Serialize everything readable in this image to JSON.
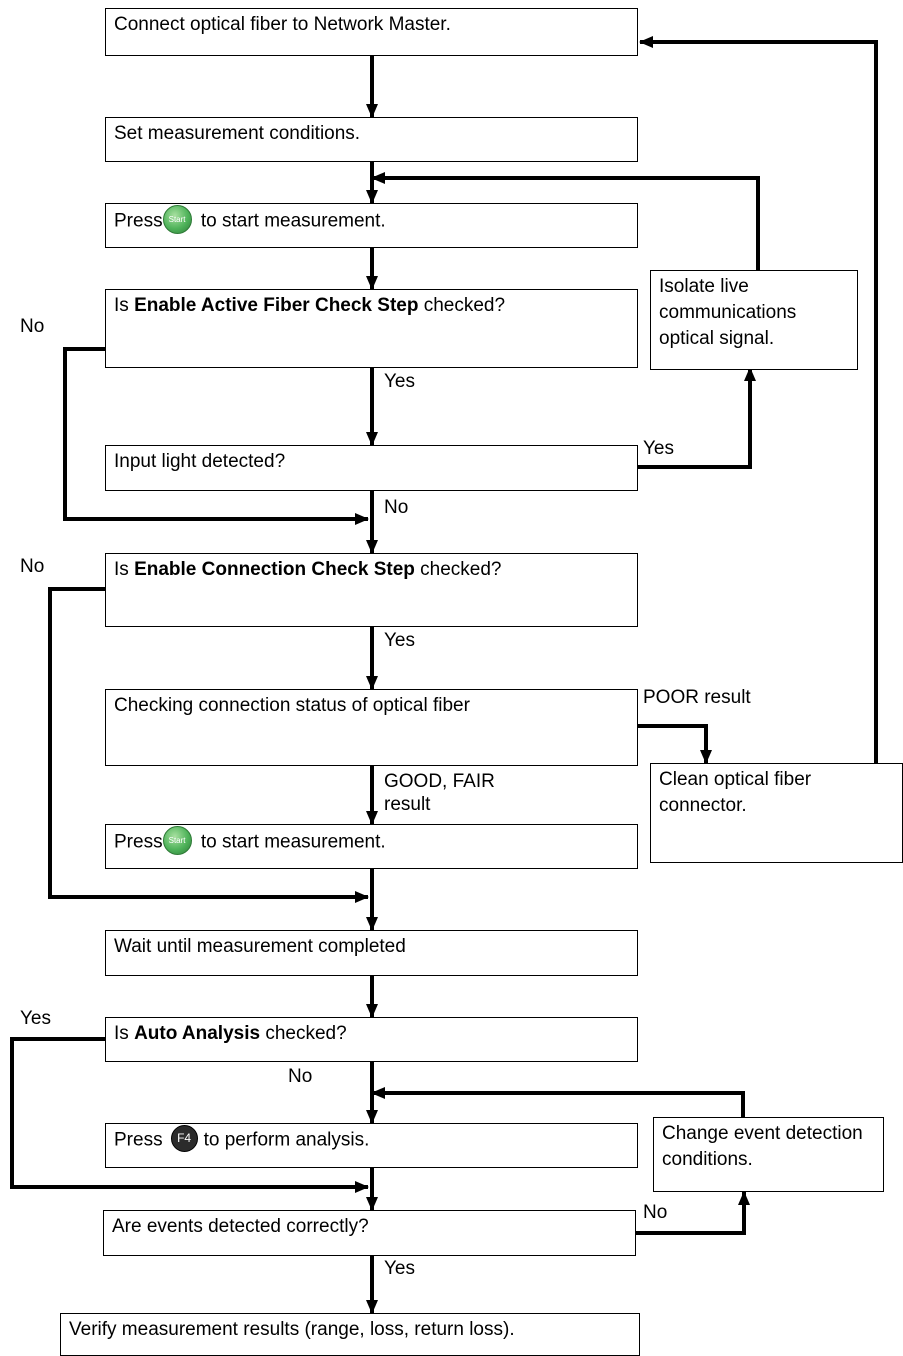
{
  "steps": {
    "connect": "Connect optical fiber to Network Master.",
    "set_conditions": "Set measurement conditions.",
    "press_start_1": {
      "before": "Press",
      "button": "Start",
      "after": " to start measurement."
    },
    "active_check": {
      "before": "Is ",
      "bold": "Enable Active Fiber Check Step",
      "after": " checked?"
    },
    "isolate": "Isolate live communications optical signal.",
    "input_light": "Input light detected?",
    "connection_check": {
      "before": "Is ",
      "bold": "Enable Connection Check Step",
      "after": " checked?"
    },
    "checking_status": "Checking connection status of optical fiber",
    "clean": "Clean optical fiber connector.",
    "press_start_2": {
      "before": "Press",
      "button": "Start",
      "after": " to start measurement."
    },
    "wait": "Wait until measurement completed",
    "auto_analysis": {
      "before": "Is ",
      "bold": "Auto Analysis",
      "after": " checked?"
    },
    "press_f4": {
      "before": "Press",
      "button": "F4",
      "after": "to perform analysis."
    },
    "change_event": "Change event detection conditions.",
    "events_correct": "Are events detected correctly?",
    "verify": "Verify measurement results (range, loss, return loss)."
  },
  "labels": {
    "no_active": "No",
    "yes_active": "Yes",
    "yes_light": "Yes",
    "no_light": "No",
    "no_connection": "No",
    "yes_connection": "Yes",
    "poor_result": "POOR result",
    "good_fair_result": "GOOD, FAIR result",
    "yes_auto": "Yes",
    "no_auto": "No",
    "no_events": "No",
    "yes_events": "Yes"
  },
  "colors": {
    "line": "#000000",
    "start_button": "#4fb35a",
    "f4_button": "#2b2b2b"
  }
}
